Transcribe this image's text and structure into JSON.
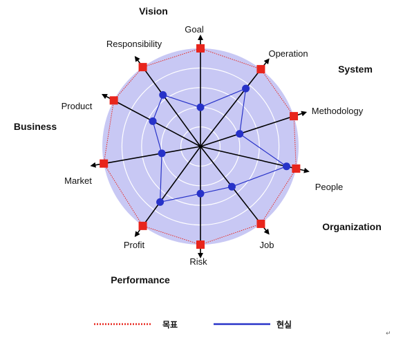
{
  "chart_data": {
    "type": "radar",
    "axes": [
      "Goal",
      "Operation",
      "Methodology",
      "People",
      "Job",
      "Risk",
      "Profit",
      "Market",
      "Product",
      "Responsibility"
    ],
    "rlim": [
      0,
      100
    ],
    "rings": 5,
    "grid": true,
    "legend_placement": "bottom",
    "series": [
      {
        "name": "목표",
        "color": "#e8251c",
        "line_style": "dotted",
        "values": [
          100,
          100,
          100,
          100,
          100,
          100,
          100,
          100,
          100,
          100
        ]
      },
      {
        "name": "현실",
        "color": "#2732c8",
        "line_style": "solid",
        "values": [
          40,
          75,
          42,
          90,
          52,
          48,
          70,
          40,
          55,
          65
        ]
      }
    ],
    "groups": [
      "Vision",
      "System",
      "Organization",
      "Performance",
      "Business"
    ]
  },
  "colors": {
    "background_disc": "#c8c8f4",
    "grid_ring": "#ffffff",
    "axis_line": "#000000"
  },
  "footnote_mark": "↵"
}
